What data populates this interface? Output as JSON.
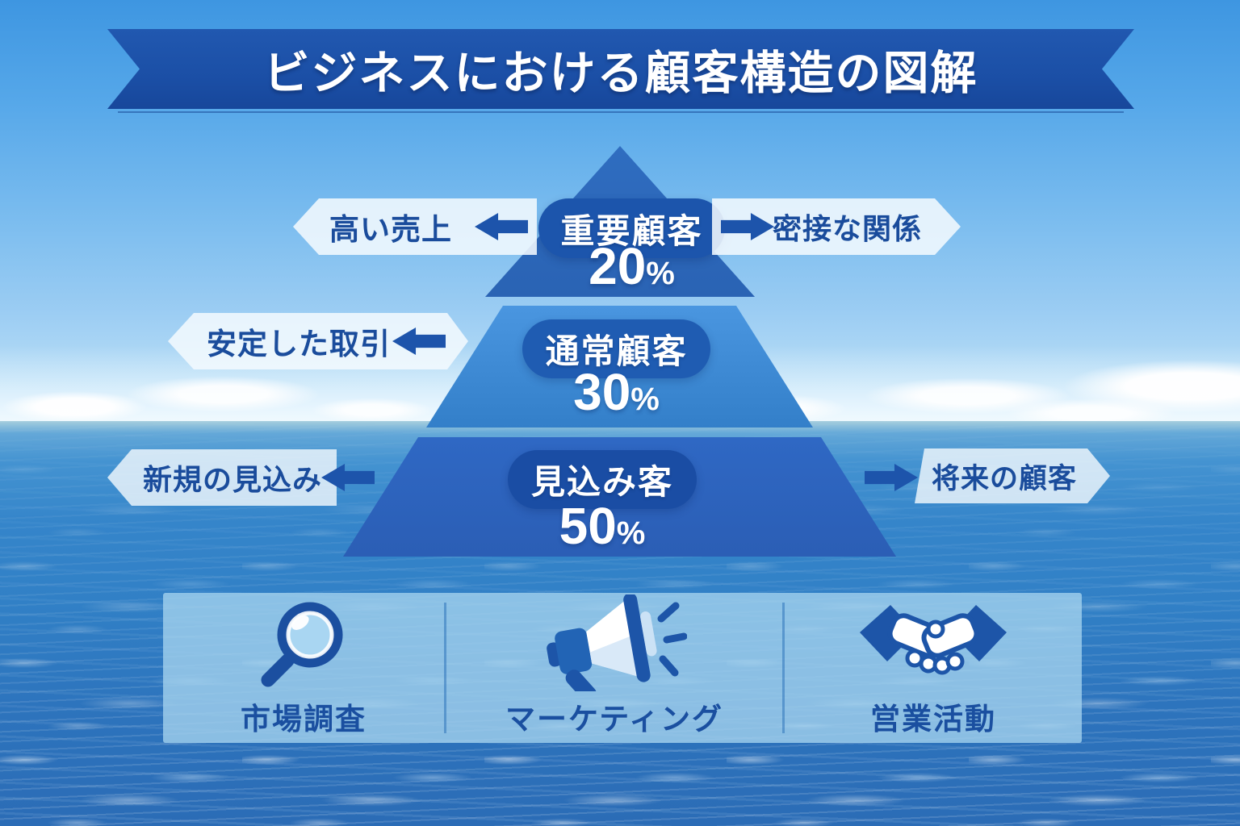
{
  "title": "ビジネスにおける顧客構造の図解",
  "pyramid": {
    "tiers": [
      {
        "name": "重要顧客",
        "percent_value": "20",
        "percent_unit": "%",
        "side_labels": {
          "left": "高い売上",
          "right": "密接な関係"
        }
      },
      {
        "name": "通常顧客",
        "percent_value": "30",
        "percent_unit": "%",
        "side_labels": {
          "left": "安定した取引"
        }
      },
      {
        "name": "見込み客",
        "percent_value": "50",
        "percent_unit": "%",
        "side_labels": {
          "left": "新規の見込み",
          "right": "将来の顧客"
        }
      }
    ]
  },
  "footer": {
    "items": [
      {
        "icon": "magnifier-icon",
        "label": "市場調査"
      },
      {
        "icon": "megaphone-icon",
        "label": "マーケティング"
      },
      {
        "icon": "handshake-icon",
        "label": "営業活動"
      }
    ]
  },
  "colors": {
    "ribbon_navy": "#1b4fa6",
    "tier_top": "#2c66b9",
    "tier_middle": "#3d89d6",
    "tier_bottom": "#2d63be",
    "pill_navy": "#1c55ac",
    "arrow_navy": "#1d54ab",
    "label_text_navy": "#1a4c9c",
    "flag_background": "#f2f9fe",
    "panel_background": "#a7d5ee"
  }
}
